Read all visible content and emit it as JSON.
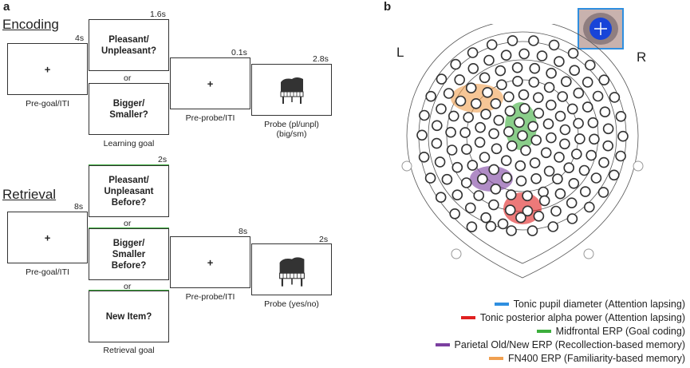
{
  "panel_a": {
    "letter": "a",
    "encoding": {
      "title": "Encoding",
      "pregoal": {
        "fix": "+",
        "label": "Pre-goal/ITI",
        "dur": "4s"
      },
      "goal1": {
        "text": "Pleasant/\nUnpleasant?",
        "dur": "1.6s"
      },
      "or": "or",
      "goal2": {
        "text": "Bigger/\nSmaller?"
      },
      "goal_label": "Learning goal",
      "preprobe": {
        "fix": "+",
        "label": "Pre-probe/ITI",
        "dur": "0.1s"
      },
      "probe": {
        "label": "Probe (pl/unpl)\n(big/sm)",
        "dur": "2.8s"
      }
    },
    "retrieval": {
      "title": "Retrieval",
      "pregoal": {
        "fix": "+",
        "label": "Pre-goal/ITI",
        "dur": "8s"
      },
      "goal1": {
        "text": "Pleasant/\nUnpleasant\nBefore?",
        "dur": "2s"
      },
      "or1": "or",
      "goal2": {
        "text": "Bigger/\nSmaller\nBefore?"
      },
      "or2": "or",
      "goal3": {
        "text": "New Item?"
      },
      "goal_label": "Retrieval goal",
      "preprobe": {
        "fix": "+",
        "label": "Pre-probe/ITI",
        "dur": "8s"
      },
      "probe": {
        "label": "Probe (yes/no)",
        "dur": "2s"
      }
    }
  },
  "panel_b": {
    "letter": "b",
    "left_label": "L",
    "right_label": "R",
    "legend": [
      {
        "label": "Tonic pupil diameter (Attention lapsing)",
        "color": "#2f8fe0"
      },
      {
        "label": "Tonic posterior alpha power (Attention lapsing)",
        "color": "#e02020"
      },
      {
        "label": "Midfrontal ERP (Goal coding)",
        "color": "#3cae3c"
      },
      {
        "label": "Parietal Old/New ERP (Recollection-based memory)",
        "color": "#7b3fa0"
      },
      {
        "label": "FN400 ERP (Familiarity-based memory)",
        "color": "#f0a050"
      }
    ],
    "colors": {
      "blue": "#2f8fe0",
      "red": "#e02020",
      "green": "#3cae3c",
      "purple": "#7b3fa0",
      "orange": "#f0a050"
    }
  }
}
